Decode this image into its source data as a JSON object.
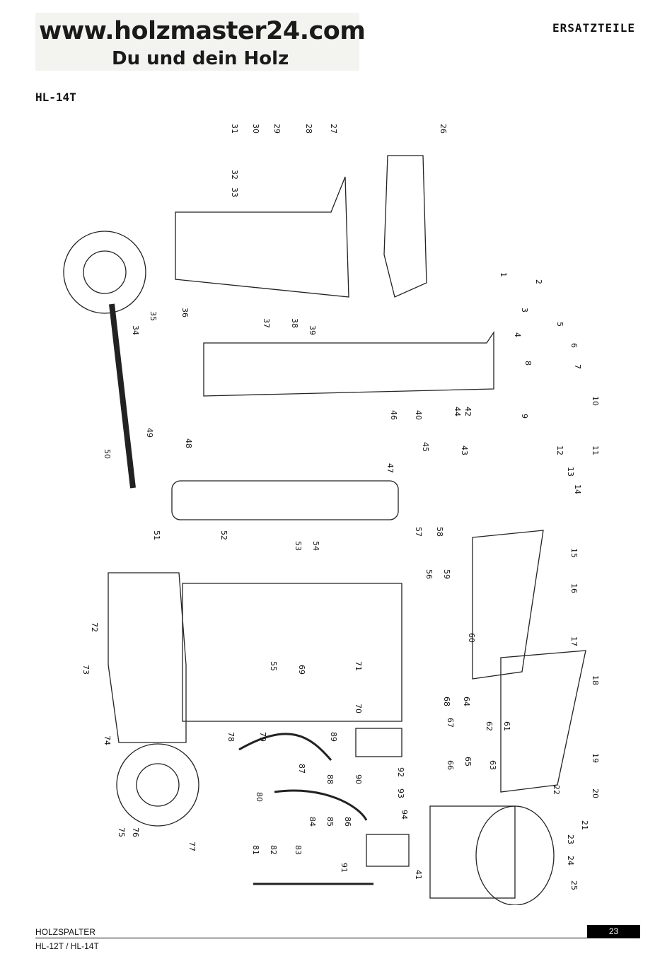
{
  "header": {
    "logo_url": "www.holzmaster24.com",
    "logo_tagline": "Du und dein Holz",
    "section_title": "ERSATZTEILE"
  },
  "model_heading": "HL-14T",
  "diagram": {
    "part_numbers": [
      "1",
      "2",
      "3",
      "4",
      "5",
      "6",
      "7",
      "8",
      "9",
      "10",
      "11",
      "12",
      "13",
      "14",
      "15",
      "16",
      "17",
      "18",
      "19",
      "20",
      "21",
      "22",
      "23",
      "24",
      "25",
      "26",
      "27",
      "28",
      "29",
      "30",
      "31",
      "32",
      "33",
      "34",
      "35",
      "36",
      "37",
      "38",
      "39",
      "40",
      "41",
      "42",
      "43",
      "44",
      "45",
      "46",
      "47",
      "48",
      "49",
      "50",
      "51",
      "52",
      "53",
      "54",
      "55",
      "56",
      "57",
      "58",
      "59",
      "60",
      "61",
      "62",
      "63",
      "64",
      "65",
      "66",
      "67",
      "68",
      "69",
      "70",
      "71",
      "72",
      "73",
      "74",
      "75",
      "76",
      "77",
      "78",
      "79",
      "80",
      "81",
      "82",
      "83",
      "84",
      "85",
      "86",
      "87",
      "88",
      "89",
      "90",
      "91",
      "92",
      "93",
      "94"
    ]
  },
  "footer": {
    "product": "HOLZSPALTER",
    "models": "HL-12T / HL-14T",
    "page_number": "23"
  }
}
